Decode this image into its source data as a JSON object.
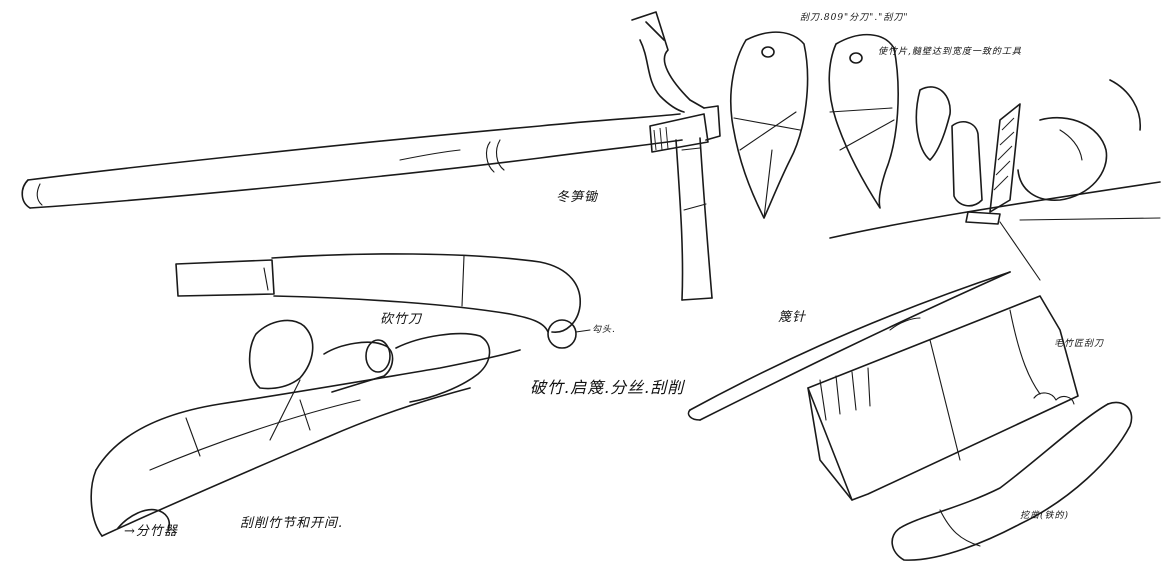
{
  "sketch": {
    "labels": {
      "pickaxe": "冬笋锄",
      "chopping_knife": "砍竹刀",
      "hook": "勾头.",
      "splitter": "→分竹器",
      "scrape_note": "刮削竹节和开间.",
      "processes": "破竹.启篾.分丝.刮削",
      "blade_note_1": "刮刀.809\"分刀\".\"刮刀\"",
      "blade_note_2": "使竹片,髓壁达到宽度一致的工具",
      "needle": "篾针",
      "bamboo_scraper": "毛竹匠刮刀",
      "scoop": "挖凿(铁的)"
    }
  }
}
